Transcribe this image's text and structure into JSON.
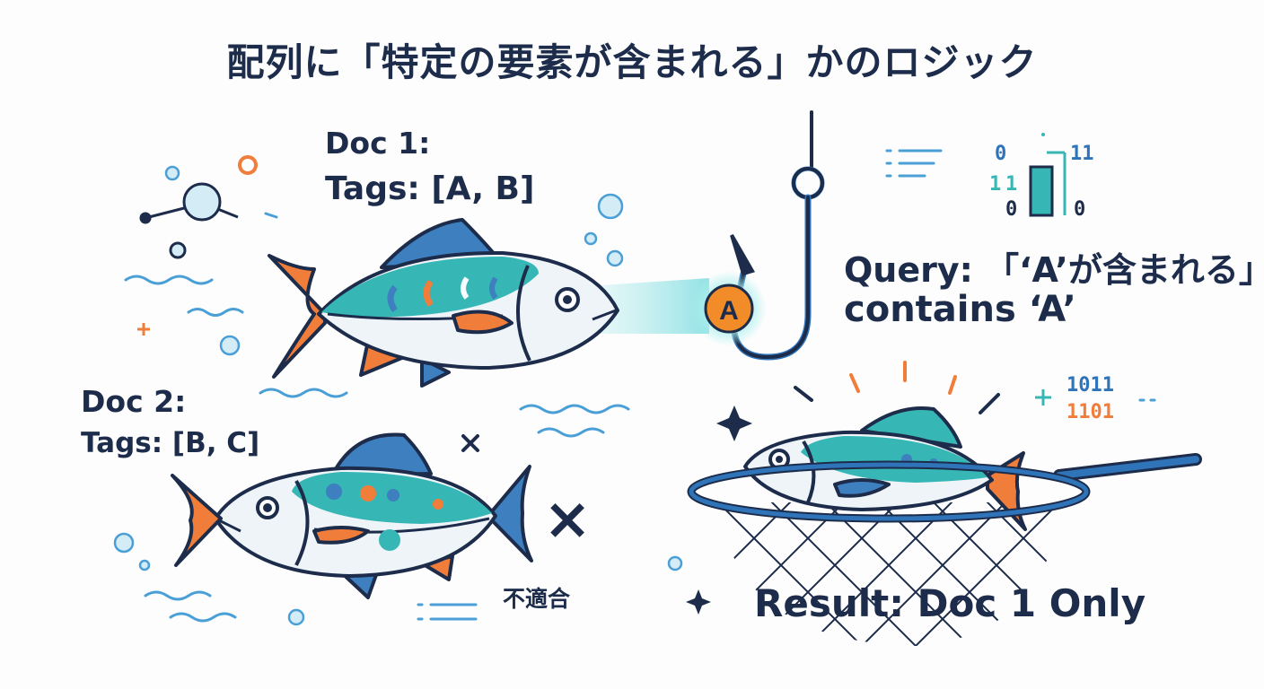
{
  "title": "配列に「特定の要素が含まれる」かのロジック",
  "doc1": {
    "title": "Doc 1:",
    "tags": "Tags: [A, B]"
  },
  "doc2": {
    "title": "Doc 2:",
    "tags": "Tags: [B, C]"
  },
  "query": {
    "line1": "Query: 「‘A’が含まれる」",
    "line2": "contains ‘A’"
  },
  "bait_letter": "A",
  "mismatch_label": "不適合",
  "mismatch_symbol": "×",
  "result": "Result: Doc 1 Only",
  "binary_top": {
    "row1": "0",
    "row1b": "11",
    "row2": "1",
    "row2b": "1",
    "row3": "0",
    "row3b": "0"
  },
  "binary_right": {
    "row1": "1011",
    "row2": "1101"
  },
  "colors": {
    "ink": "#1c2c4a",
    "teal": "#37b6b6",
    "fin_orange": "#f07d3a",
    "fin_blue": "#3d7fbf",
    "wave_blue": "#4a9fd6",
    "bubble": "#cfe9f3",
    "bait_orange": "#f28c28",
    "net_blue": "#2f73b8"
  },
  "icons": [
    "fish-icon",
    "hook-icon",
    "net-icon",
    "bubble-icon",
    "wave-icon",
    "molecule-icon",
    "sparkle-icon",
    "cross-icon"
  ]
}
